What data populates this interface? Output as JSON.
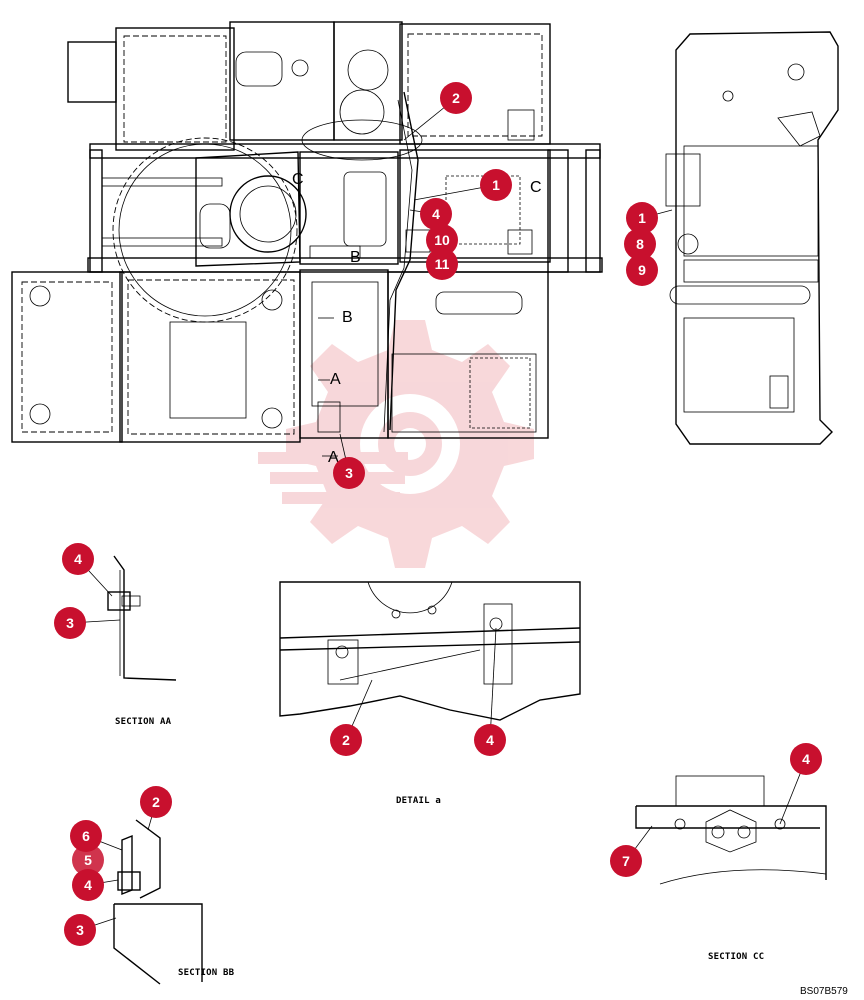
{
  "callout_color": "#c8102e",
  "watermark_color": "#f2b8bc",
  "callouts": {
    "main": [
      "2",
      "1",
      "4",
      "10",
      "11",
      "3"
    ],
    "side": [
      "1",
      "8",
      "9"
    ],
    "aa": [
      "4",
      "3"
    ],
    "detail": [
      "2",
      "4"
    ],
    "bb": [
      "2",
      "6",
      "5",
      "4",
      "3"
    ],
    "cc": [
      "4",
      "7"
    ]
  },
  "section_letters": {
    "c_left": "C",
    "c_right": "C",
    "a_top": "A",
    "a_bottom": "A",
    "b_top": "B",
    "b_bottom": "B"
  },
  "captions": {
    "section_aa": "SECTION AA",
    "detail_a": "DETAIL a",
    "section_bb": "SECTION BB",
    "section_cc": "SECTION CC",
    "drawing_code": "BS07B579"
  }
}
